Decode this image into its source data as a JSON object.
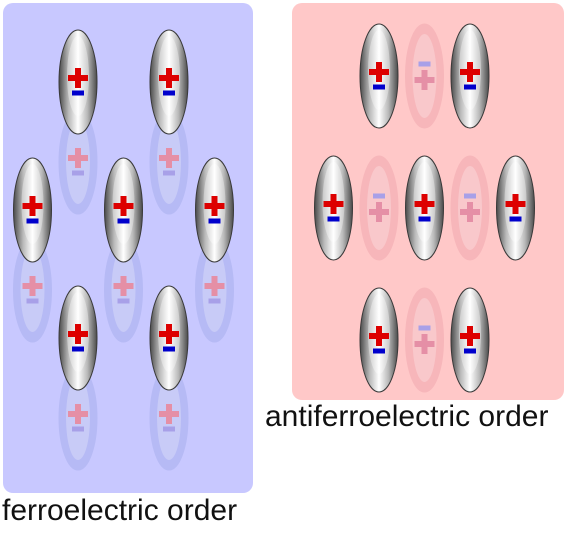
{
  "panels": {
    "ferroelectric": {
      "caption": "ferroelectric order",
      "background": "#c8c8ff",
      "molecules": [
        {
          "row": 0,
          "col": 0,
          "layer": "front"
        },
        {
          "row": 0,
          "col": 2,
          "layer": "front"
        },
        {
          "row": 0.5,
          "col": 0,
          "layer": "ghost"
        },
        {
          "row": 0.5,
          "col": 2,
          "layer": "ghost"
        },
        {
          "row": 1,
          "col": -1,
          "layer": "front"
        },
        {
          "row": 1,
          "col": 1,
          "layer": "front"
        },
        {
          "row": 1,
          "col": 3,
          "layer": "front"
        },
        {
          "row": 1.5,
          "col": -1,
          "layer": "ghost"
        },
        {
          "row": 1.5,
          "col": 1,
          "layer": "ghost"
        },
        {
          "row": 1.5,
          "col": 3,
          "layer": "ghost"
        },
        {
          "row": 2,
          "col": 0,
          "layer": "front"
        },
        {
          "row": 2,
          "col": 2,
          "layer": "front"
        },
        {
          "row": 2.5,
          "col": 0,
          "layer": "ghost"
        },
        {
          "row": 2.5,
          "col": 2,
          "layer": "ghost"
        }
      ]
    },
    "antiferroelectric": {
      "caption": "antiferroelectric order",
      "background": "#ffc8c8",
      "molecules": [
        {
          "row": 0,
          "col": 0,
          "polarity": "up"
        },
        {
          "row": 0,
          "col": 1,
          "polarity": "down"
        },
        {
          "row": 0,
          "col": 2,
          "polarity": "up"
        },
        {
          "row": 1,
          "col": -1,
          "polarity": "up"
        },
        {
          "row": 1,
          "col": 0,
          "polarity": "down"
        },
        {
          "row": 1,
          "col": 1,
          "polarity": "up"
        },
        {
          "row": 1,
          "col": 2,
          "polarity": "down"
        },
        {
          "row": 1,
          "col": 3,
          "polarity": "up"
        },
        {
          "row": 2,
          "col": 0,
          "polarity": "up"
        },
        {
          "row": 2,
          "col": 1,
          "polarity": "down"
        },
        {
          "row": 2,
          "col": 2,
          "polarity": "up"
        }
      ]
    }
  },
  "colors": {
    "plus": "#dd0000",
    "minus": "#0000cc",
    "ghost_plus": "#e58fa6",
    "ghost_minus": "#a8a0e8"
  },
  "icons": {
    "molecule": "elongated-dipole-ellipsoid-icon"
  }
}
